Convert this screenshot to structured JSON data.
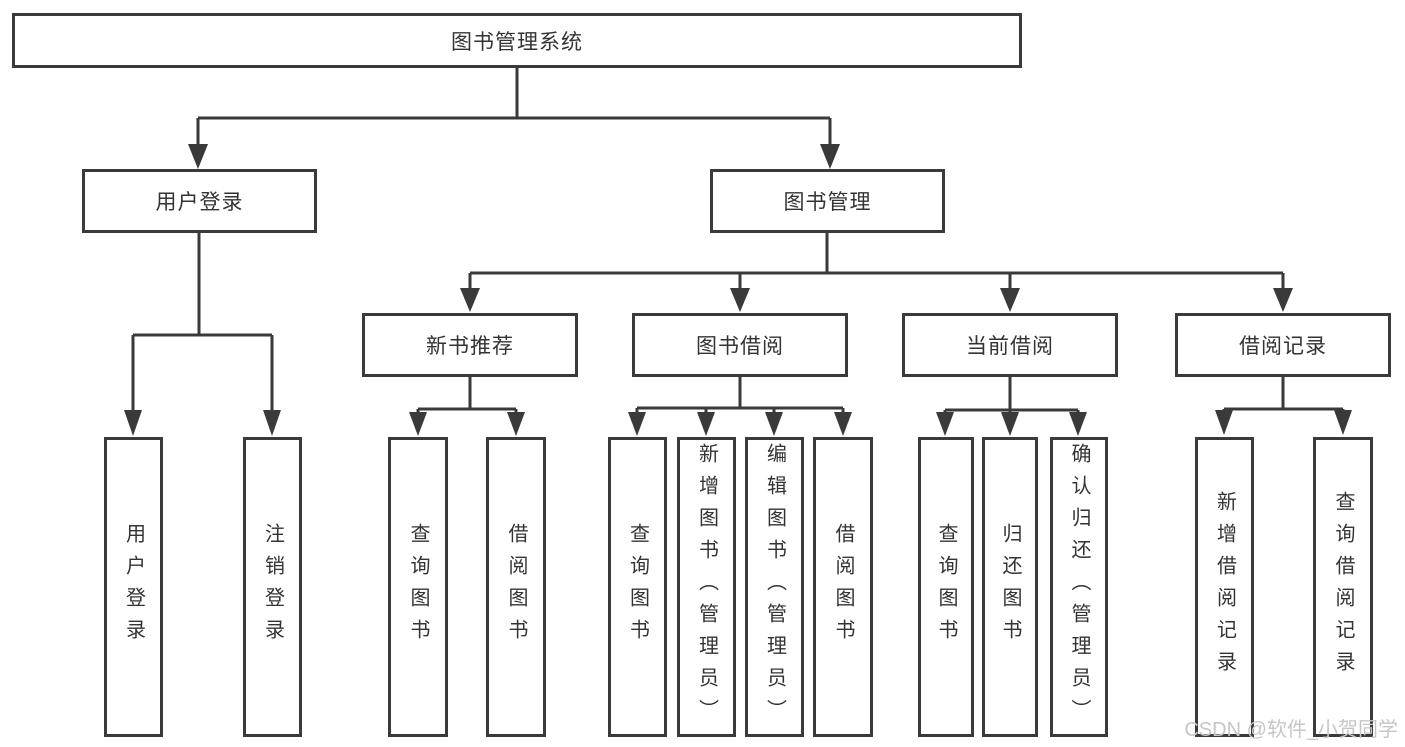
{
  "diagram": {
    "root": {
      "label": "图书管理系统"
    },
    "level2": [
      {
        "label": "用户登录"
      },
      {
        "label": "图书管理"
      }
    ],
    "level3": [
      {
        "label": "新书推荐"
      },
      {
        "label": "图书借阅"
      },
      {
        "label": "当前借阅"
      },
      {
        "label": "借阅记录"
      }
    ],
    "leaves": [
      {
        "label": "用户登录"
      },
      {
        "label": "注销登录"
      },
      {
        "label": "查询图书"
      },
      {
        "label": "借阅图书"
      },
      {
        "label": "查询图书"
      },
      {
        "label": "新增图书（管理员）"
      },
      {
        "label": "编辑图书（管理员）"
      },
      {
        "label": "借阅图书"
      },
      {
        "label": "查询图书"
      },
      {
        "label": "归还图书"
      },
      {
        "label": "确认归还（管理员）"
      },
      {
        "label": "新增借阅记录"
      },
      {
        "label": "查询借阅记录"
      }
    ]
  },
  "watermark": {
    "text": "CSDN @软件_小贺同学"
  },
  "colors": {
    "line": "#3a3a3a",
    "text": "#333333",
    "bg": "#ffffff",
    "watermark": "#c6c6c6"
  }
}
